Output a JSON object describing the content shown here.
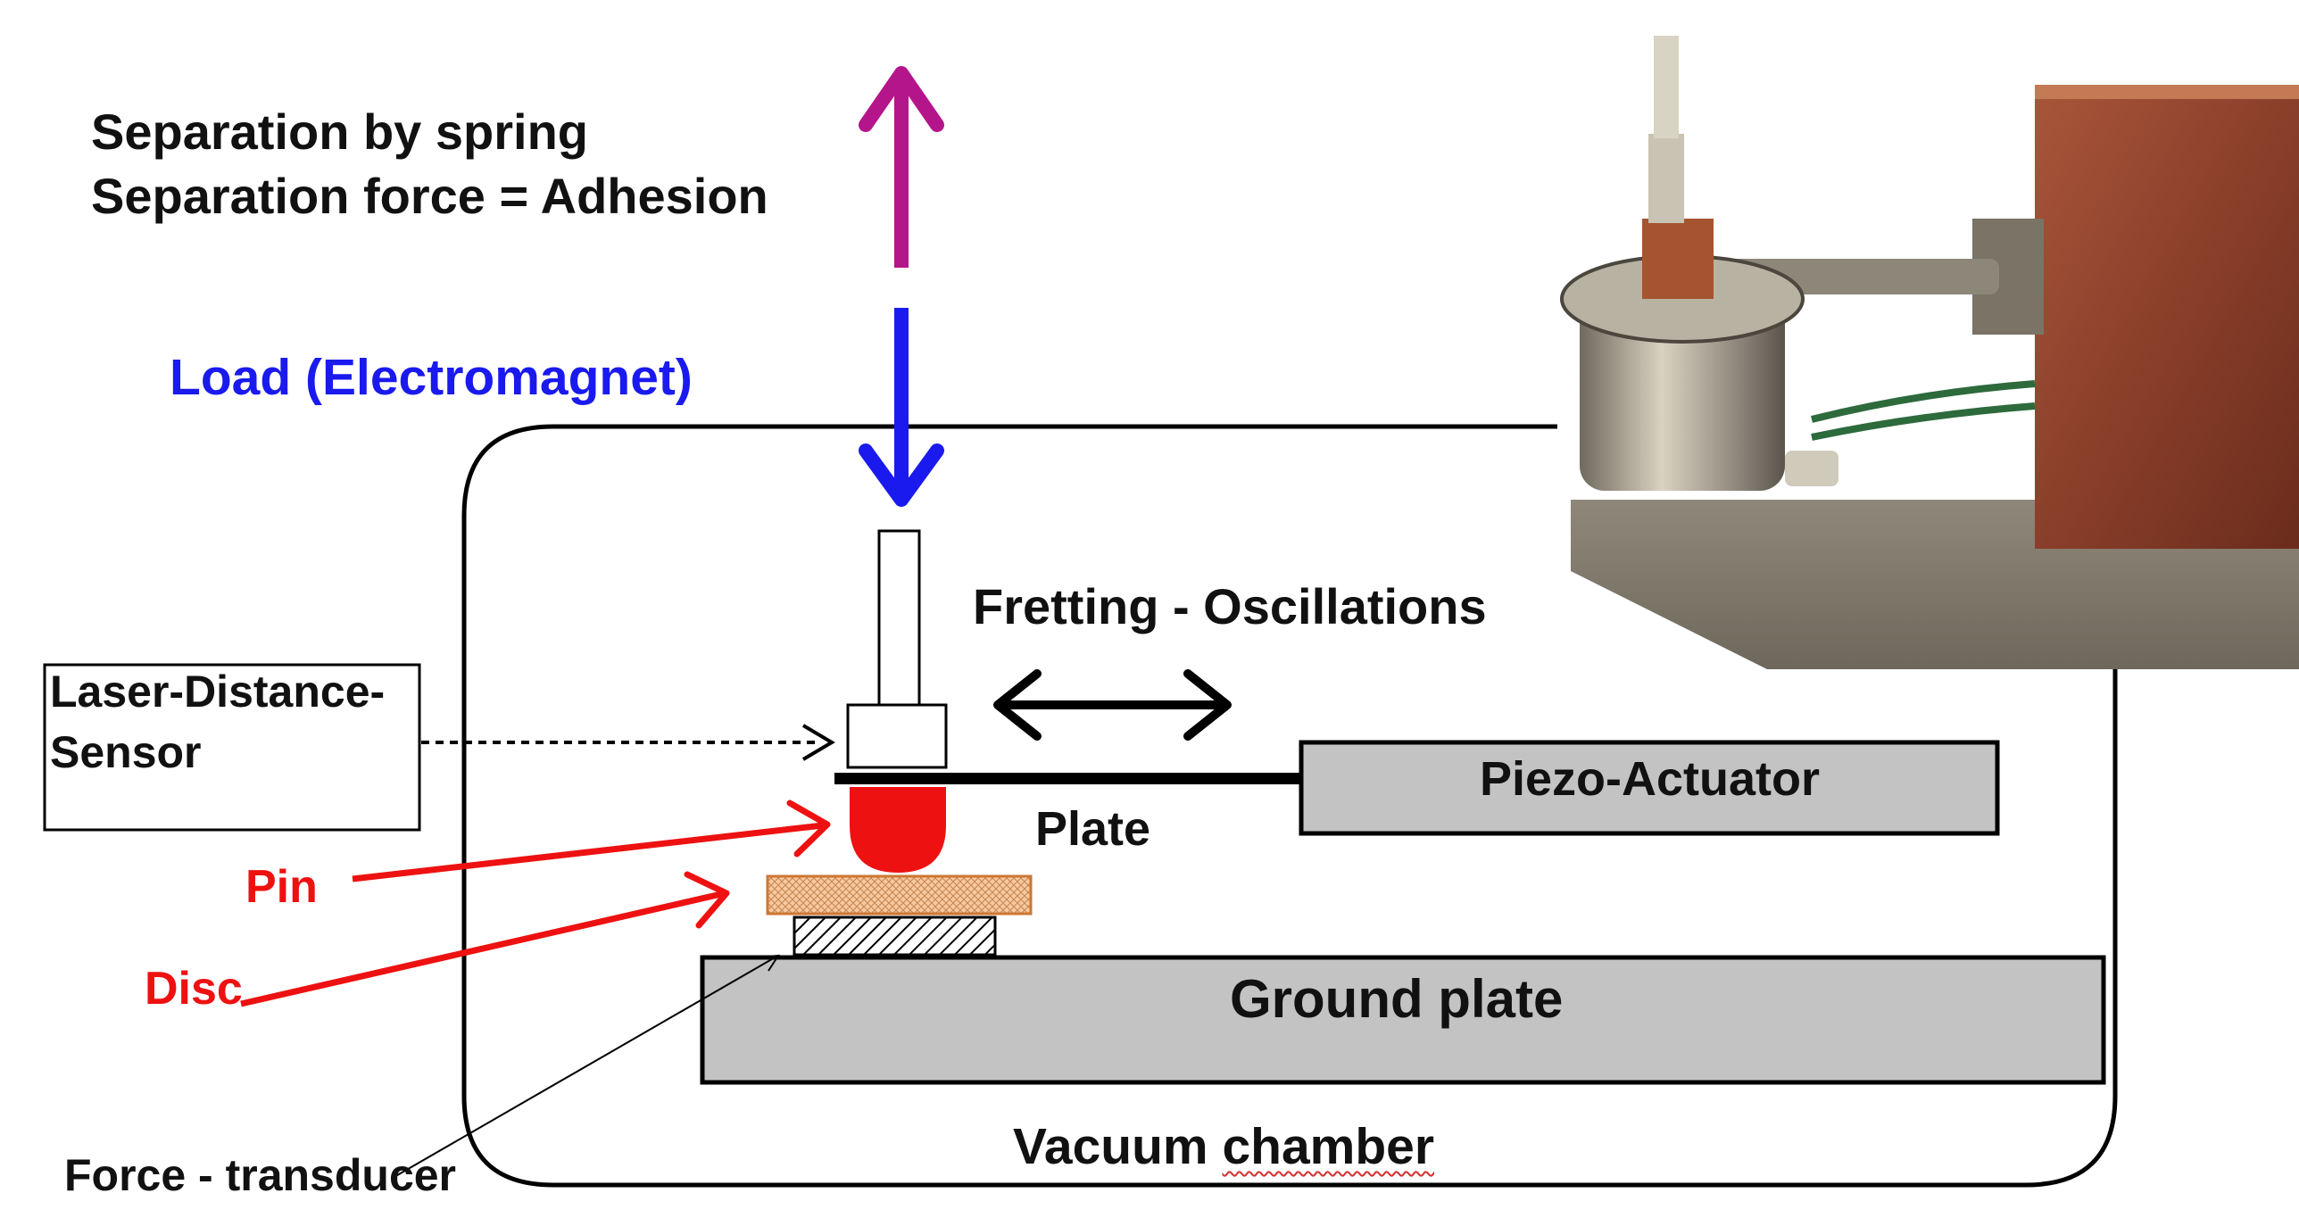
{
  "labels": {
    "separation_line1": "Separation by spring",
    "separation_line2": "Separation force = Adhesion",
    "load": "Load (Electromagnet)",
    "fretting": "Fretting - Oscillations",
    "laser_line1": "Laser-Distance-",
    "laser_line2": "Sensor",
    "piezo": "Piezo-Actuator",
    "plate": "Plate",
    "pin": "Pin",
    "disc": "Disc",
    "ground_plate": "Ground plate",
    "vacuum_prefix": "Vacuum ",
    "vacuum_word": "chamber",
    "force_transducer": "Force - transducer"
  },
  "colors": {
    "separation_arrow": "#b5158a",
    "load": "#1a1aee",
    "pin_disc": "#ee1111",
    "gray_block": "#c3c3c3",
    "disc_fill": "#f6c9a2",
    "text": "#111111"
  }
}
